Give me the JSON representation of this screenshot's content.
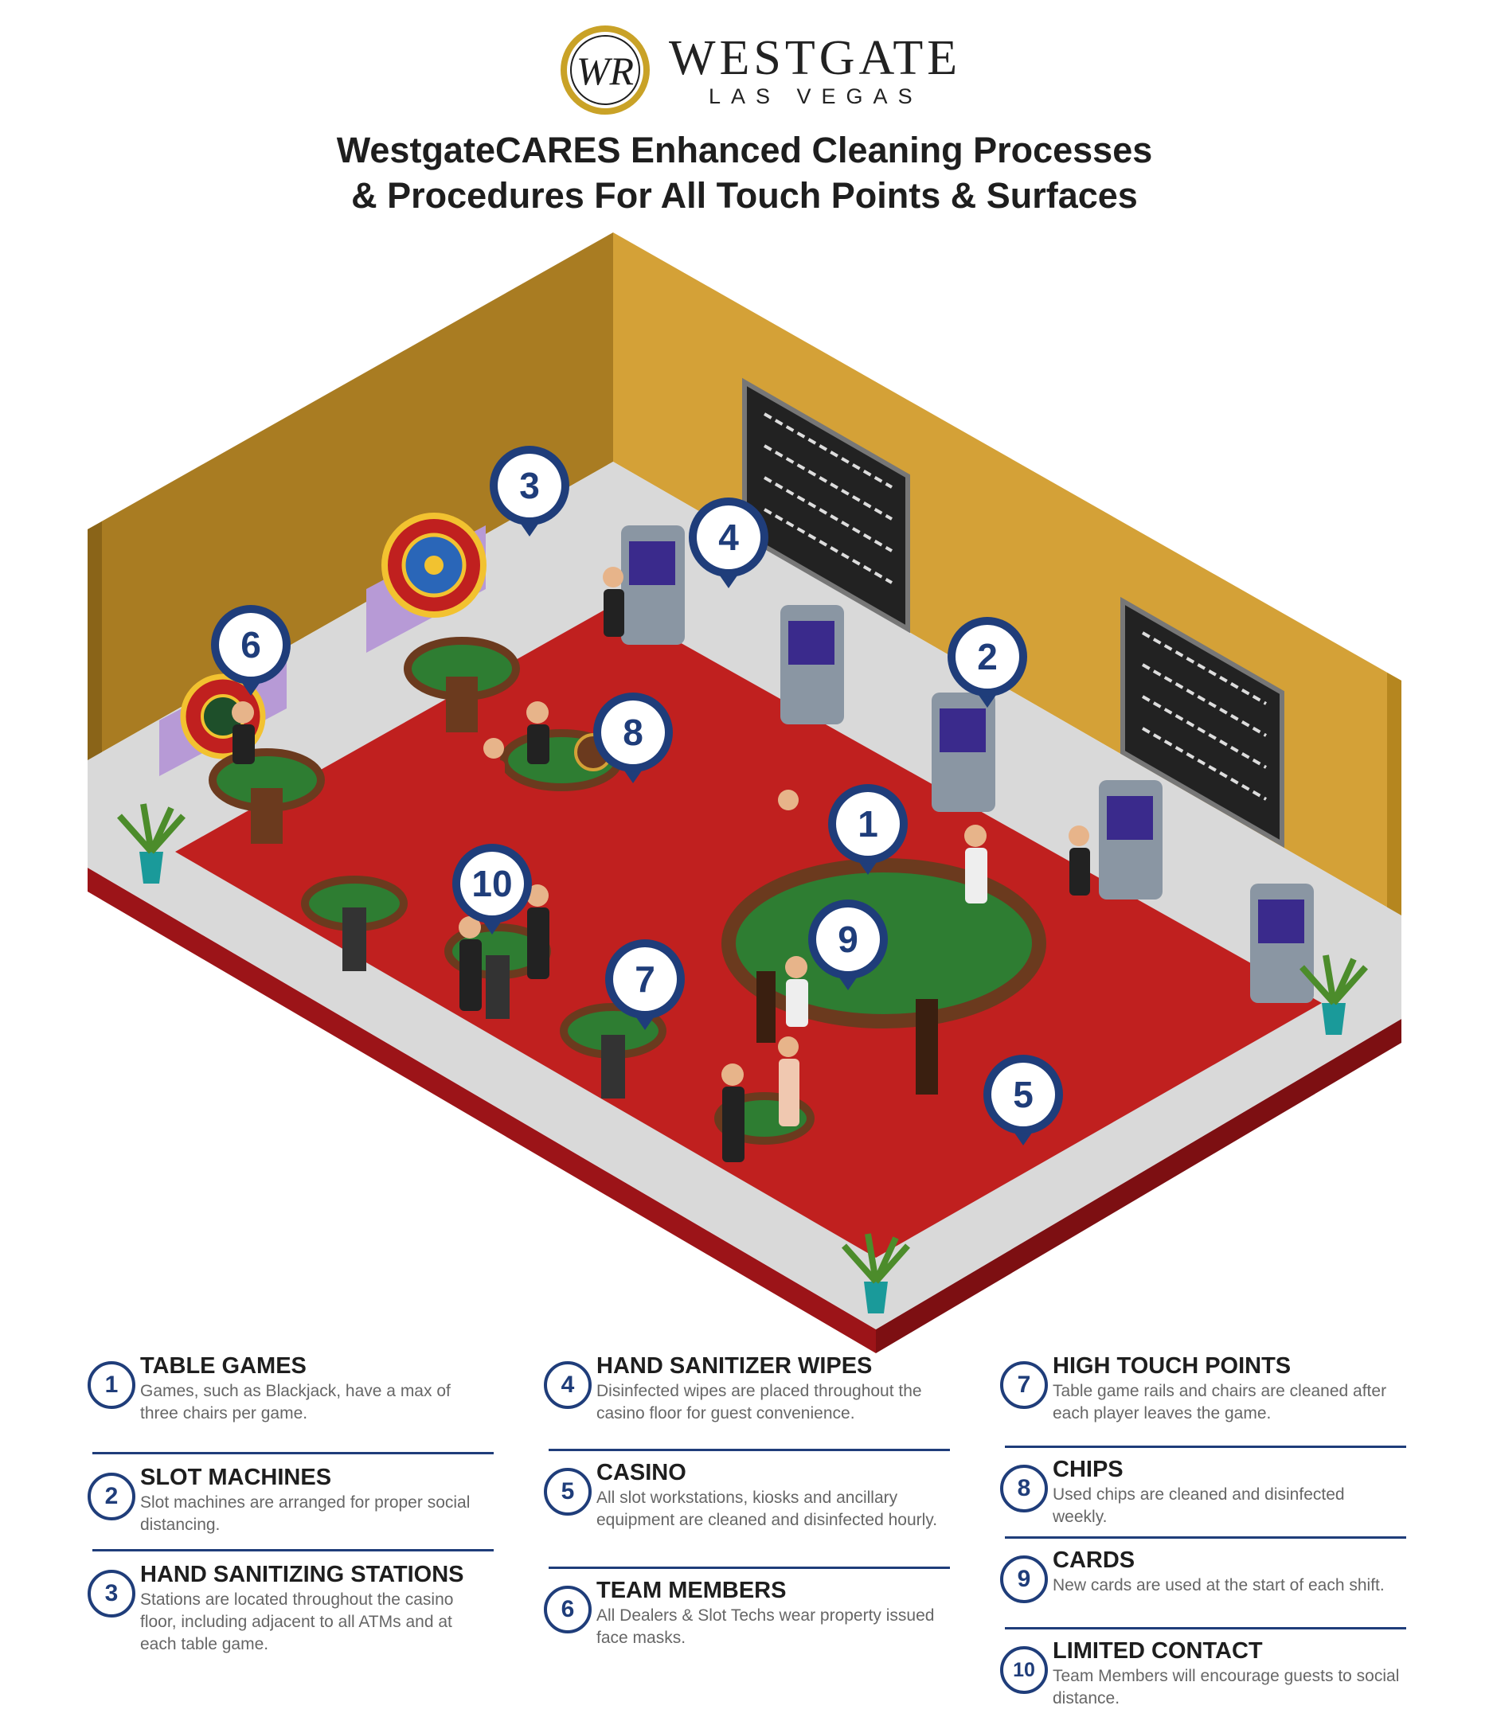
{
  "header": {
    "logo_monogram": "WR",
    "brand_name": "WESTGATE",
    "brand_sub": "LAS VEGAS",
    "title_line1": "WestgateCARES Enhanced Cleaning Processes",
    "title_line2": "& Procedures For All Touch Points & Surfaces"
  },
  "colors": {
    "wall": "#d4a137",
    "wall_dark": "#a97c22",
    "floor": "#c0201f",
    "floor_edge": "#9c1418",
    "walkway": "#d9d9d9",
    "table_felt": "#2e7d32",
    "marker_blue": "#1f3d7a"
  },
  "markers": [
    "1",
    "2",
    "3",
    "4",
    "5",
    "6",
    "7",
    "8",
    "9",
    "10"
  ],
  "legend": [
    {
      "num": "1",
      "title": "TABLE GAMES",
      "desc": "Games, such as Blackjack, have a max of three chairs per game."
    },
    {
      "num": "2",
      "title": "SLOT MACHINES",
      "desc": "Slot machines are arranged for proper social distancing."
    },
    {
      "num": "3",
      "title": "HAND SANITIZING STATIONS",
      "desc": "Stations are located throughout the casino floor, including adjacent to all ATMs and at each table game."
    },
    {
      "num": "4",
      "title": "HAND SANITIZER WIPES",
      "desc": "Disinfected wipes are placed throughout the casino floor for guest convenience."
    },
    {
      "num": "5",
      "title": "CASINO",
      "desc": "All slot workstations, kiosks and ancillary equipment are cleaned and disinfected hourly."
    },
    {
      "num": "6",
      "title": "TEAM MEMBERS",
      "desc": "All Dealers & Slot Techs wear property issued face masks."
    },
    {
      "num": "7",
      "title": "HIGH TOUCH POINTS",
      "desc": "Table game rails and chairs are cleaned after each player leaves the game."
    },
    {
      "num": "8",
      "title": "CHIPS",
      "desc": "Used chips are cleaned and disinfected weekly."
    },
    {
      "num": "9",
      "title": "CARDS",
      "desc": "New cards are used at the start of each shift."
    },
    {
      "num": "10",
      "title": "LIMITED CONTACT",
      "desc": "Team Members will encourage guests to social distance."
    }
  ]
}
